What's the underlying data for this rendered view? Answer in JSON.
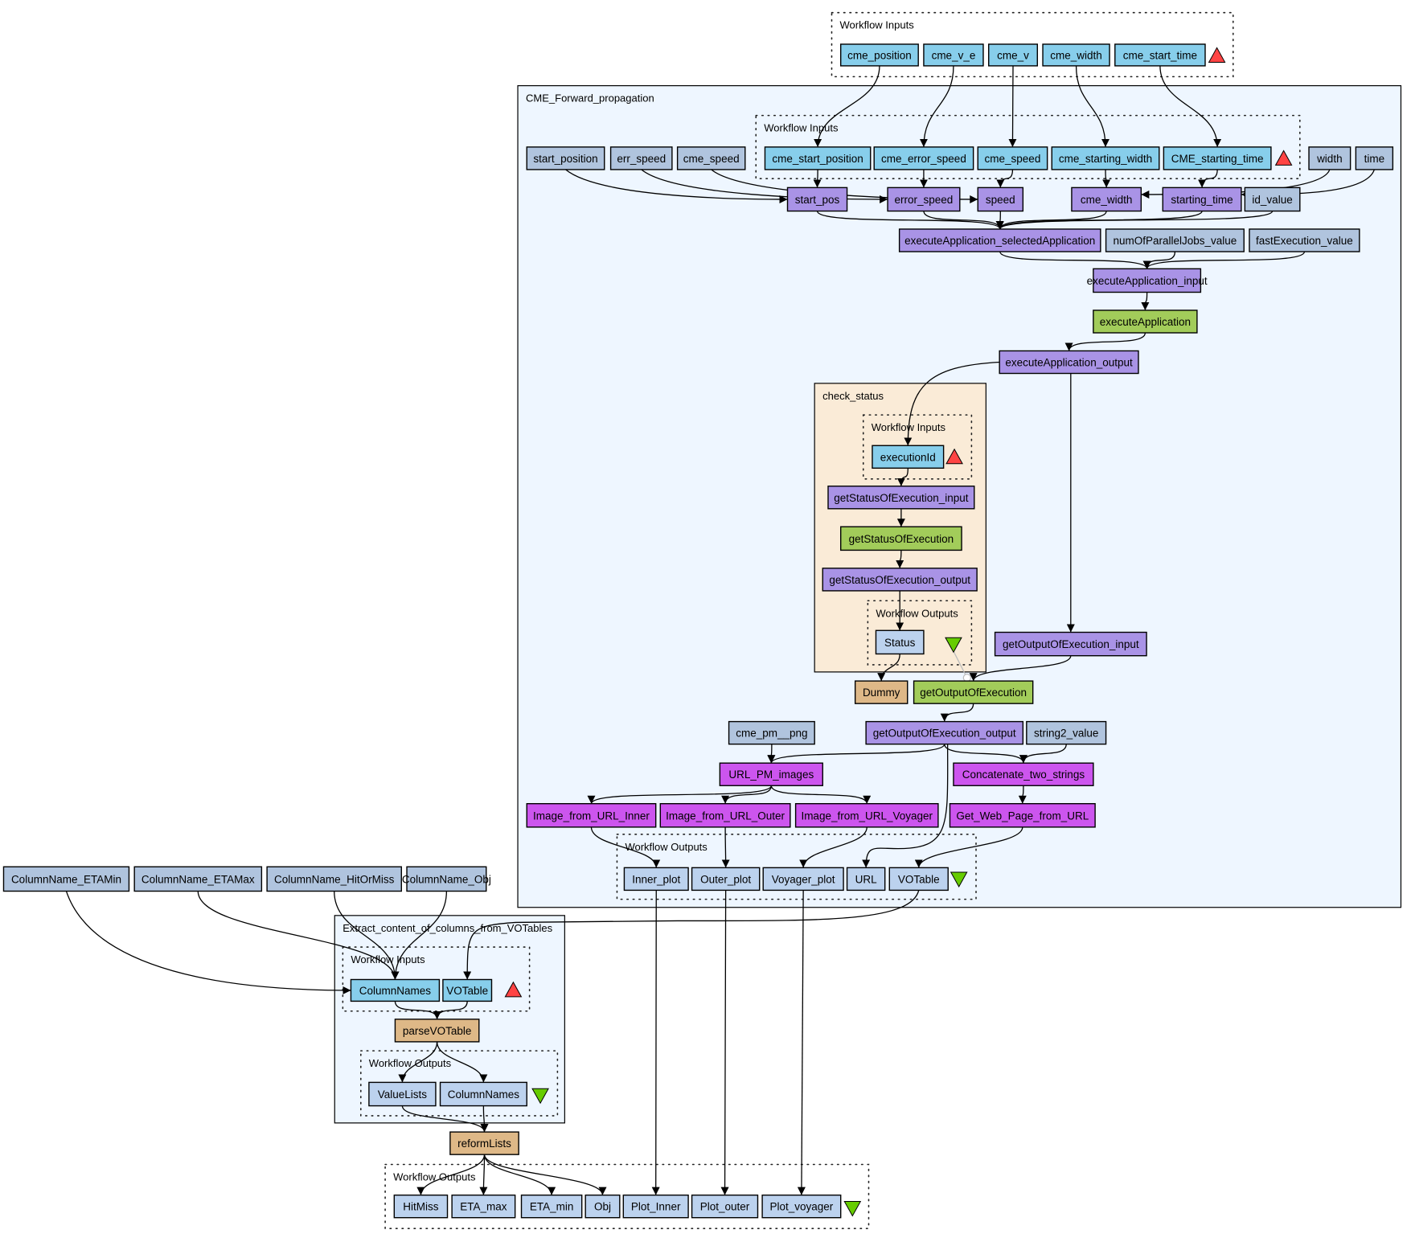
{
  "colors": {
    "input_port": "#87ceeb",
    "output_port": "#bcd2ee",
    "constant": "#b0c4de",
    "shim": "#a993e6",
    "service": "#a2cc5a",
    "beanshell": "#deb887",
    "subworkflow_local": "#cc55ee",
    "cluster_bg": "#eef6ff",
    "check_status_bg": "#faebd7",
    "input_triangle": "#ff4444",
    "output_triangle": "#66cc00"
  },
  "clusters": [
    {
      "id": "top_inputs",
      "label": "Workflow Inputs",
      "style": "dotted"
    },
    {
      "id": "cme",
      "label": "CME_Forward_propagation",
      "style": "solid"
    },
    {
      "id": "cme_inputs",
      "label": "Workflow Inputs",
      "style": "dotted"
    },
    {
      "id": "check_status",
      "label": "check_status",
      "style": "solid"
    },
    {
      "id": "cs_inputs",
      "label": "Workflow Inputs",
      "style": "dotted"
    },
    {
      "id": "cs_outputs",
      "label": "Workflow Outputs",
      "style": "dotted"
    },
    {
      "id": "cme_outputs",
      "label": "Workflow Outputs",
      "style": "dotted"
    },
    {
      "id": "extract",
      "label": "Extract_content_of_columns_from_VOTables",
      "style": "solid"
    },
    {
      "id": "ex_inputs",
      "label": "Workflow Inputs",
      "style": "dotted"
    },
    {
      "id": "ex_outputs",
      "label": "Workflow Outputs",
      "style": "dotted"
    },
    {
      "id": "bottom_outputs",
      "label": "Workflow Outputs",
      "style": "dotted"
    }
  ],
  "nodes": [
    {
      "id": "cme_position",
      "label": "cme_position",
      "kind": "input_port"
    },
    {
      "id": "cme_v_e",
      "label": "cme_v_e",
      "kind": "input_port"
    },
    {
      "id": "cme_v",
      "label": "cme_v",
      "kind": "input_port"
    },
    {
      "id": "cme_width_in",
      "label": "cme_width",
      "kind": "input_port"
    },
    {
      "id": "cme_start_time",
      "label": "cme_start_time",
      "kind": "input_port"
    },
    {
      "id": "start_position",
      "label": "start_position",
      "kind": "constant"
    },
    {
      "id": "err_speed",
      "label": "err_speed",
      "kind": "constant"
    },
    {
      "id": "cme_speed_c",
      "label": "cme_speed",
      "kind": "constant"
    },
    {
      "id": "cme_start_position",
      "label": "cme_start_position",
      "kind": "input_port"
    },
    {
      "id": "cme_error_speed",
      "label": "cme_error_speed",
      "kind": "input_port"
    },
    {
      "id": "cme_speed_in",
      "label": "cme_speed",
      "kind": "input_port"
    },
    {
      "id": "cme_starting_width",
      "label": "cme_starting_width",
      "kind": "input_port"
    },
    {
      "id": "CME_starting_time",
      "label": "CME_starting_time",
      "kind": "input_port"
    },
    {
      "id": "width",
      "label": "width",
      "kind": "constant"
    },
    {
      "id": "time",
      "label": "time",
      "kind": "constant"
    },
    {
      "id": "start_pos",
      "label": "start_pos",
      "kind": "shim"
    },
    {
      "id": "error_speed",
      "label": "error_speed",
      "kind": "shim"
    },
    {
      "id": "speed",
      "label": "speed",
      "kind": "shim"
    },
    {
      "id": "cme_width_s",
      "label": "cme_width",
      "kind": "shim"
    },
    {
      "id": "starting_time",
      "label": "starting_time",
      "kind": "shim"
    },
    {
      "id": "id_value",
      "label": "id_value",
      "kind": "constant"
    },
    {
      "id": "exec_sel",
      "label": "executeApplication_selectedApplication",
      "kind": "shim"
    },
    {
      "id": "numOfParallelJobs_value",
      "label": "numOfParallelJobs_value",
      "kind": "constant"
    },
    {
      "id": "fastExecution_value",
      "label": "fastExecution_value",
      "kind": "constant"
    },
    {
      "id": "exec_input",
      "label": "executeApplication_input",
      "kind": "shim"
    },
    {
      "id": "exec",
      "label": "executeApplication",
      "kind": "service"
    },
    {
      "id": "exec_output",
      "label": "executeApplication_output",
      "kind": "shim"
    },
    {
      "id": "executionId",
      "label": "executionId",
      "kind": "input_port"
    },
    {
      "id": "gse_input",
      "label": "getStatusOfExecution_input",
      "kind": "shim"
    },
    {
      "id": "gse",
      "label": "getStatusOfExecution",
      "kind": "service"
    },
    {
      "id": "gse_output",
      "label": "getStatusOfExecution_output",
      "kind": "shim"
    },
    {
      "id": "Status",
      "label": "Status",
      "kind": "output_port"
    },
    {
      "id": "goe_input",
      "label": "getOutputOfExecution_input",
      "kind": "shim"
    },
    {
      "id": "Dummy",
      "label": "Dummy",
      "kind": "beanshell"
    },
    {
      "id": "goe",
      "label": "getOutputOfExecution",
      "kind": "service"
    },
    {
      "id": "cme_pm_png",
      "label": "cme_pm__png",
      "kind": "constant"
    },
    {
      "id": "goe_output",
      "label": "getOutputOfExecution_output",
      "kind": "shim"
    },
    {
      "id": "string2_value",
      "label": "string2_value",
      "kind": "constant"
    },
    {
      "id": "URL_PM_images",
      "label": "URL_PM_images",
      "kind": "subworkflow_local"
    },
    {
      "id": "concat",
      "label": "Concatenate_two_strings",
      "kind": "subworkflow_local"
    },
    {
      "id": "img_inner",
      "label": "Image_from_URL_Inner",
      "kind": "subworkflow_local"
    },
    {
      "id": "img_outer",
      "label": "Image_from_URL_Outer",
      "kind": "subworkflow_local"
    },
    {
      "id": "img_voyager",
      "label": "Image_from_URL_Voyager",
      "kind": "subworkflow_local"
    },
    {
      "id": "get_web",
      "label": "Get_Web_Page_from_URL",
      "kind": "subworkflow_local"
    },
    {
      "id": "Inner_plot",
      "label": "Inner_plot",
      "kind": "output_port"
    },
    {
      "id": "Outer_plot",
      "label": "Outer_plot",
      "kind": "output_port"
    },
    {
      "id": "Voyager_plot",
      "label": "Voyager_plot",
      "kind": "output_port"
    },
    {
      "id": "URL",
      "label": "URL",
      "kind": "output_port"
    },
    {
      "id": "VOTable_out",
      "label": "VOTable",
      "kind": "output_port"
    },
    {
      "id": "cn_etamin",
      "label": "ColumnName_ETAMin",
      "kind": "constant"
    },
    {
      "id": "cn_etamax",
      "label": "ColumnName_ETAMax",
      "kind": "constant"
    },
    {
      "id": "cn_hit",
      "label": "ColumnName_HitOrMiss",
      "kind": "constant"
    },
    {
      "id": "cn_obj",
      "label": "ColumnName_Obj",
      "kind": "constant"
    },
    {
      "id": "ColumnNames_in",
      "label": "ColumnNames",
      "kind": "input_port"
    },
    {
      "id": "VOTable_in",
      "label": "VOTable",
      "kind": "input_port"
    },
    {
      "id": "parseVOTable",
      "label": "parseVOTable",
      "kind": "beanshell"
    },
    {
      "id": "ValueLists",
      "label": "ValueLists",
      "kind": "output_port"
    },
    {
      "id": "ColumnNames_out",
      "label": "ColumnNames",
      "kind": "output_port"
    },
    {
      "id": "reformLists",
      "label": "reformLists",
      "kind": "beanshell"
    },
    {
      "id": "HitMiss",
      "label": "HitMiss",
      "kind": "output_port"
    },
    {
      "id": "ETA_max",
      "label": "ETA_max",
      "kind": "output_port"
    },
    {
      "id": "ETA_min",
      "label": "ETA_min",
      "kind": "output_port"
    },
    {
      "id": "Obj",
      "label": "Obj",
      "kind": "output_port"
    },
    {
      "id": "Plot_Inner",
      "label": "Plot_Inner",
      "kind": "output_port"
    },
    {
      "id": "Plot_outer",
      "label": "Plot_outer",
      "kind": "output_port"
    },
    {
      "id": "Plot_voyager",
      "label": "Plot_voyager",
      "kind": "output_port"
    }
  ],
  "edges": [
    [
      "cme_position",
      "cme_start_position"
    ],
    [
      "cme_v_e",
      "cme_error_speed"
    ],
    [
      "cme_v",
      "cme_speed_in"
    ],
    [
      "cme_width_in",
      "cme_starting_width"
    ],
    [
      "cme_start_time",
      "CME_starting_time"
    ],
    [
      "start_position",
      "start_pos"
    ],
    [
      "cme_start_position",
      "start_pos"
    ],
    [
      "err_speed",
      "error_speed"
    ],
    [
      "cme_error_speed",
      "error_speed"
    ],
    [
      "cme_speed_c",
      "speed"
    ],
    [
      "cme_speed_in",
      "speed"
    ],
    [
      "cme_starting_width",
      "cme_width_s"
    ],
    [
      "width",
      "cme_width_s"
    ],
    [
      "CME_starting_time",
      "starting_time"
    ],
    [
      "time",
      "starting_time"
    ],
    [
      "start_pos",
      "exec_sel"
    ],
    [
      "error_speed",
      "exec_sel"
    ],
    [
      "speed",
      "exec_sel"
    ],
    [
      "cme_width_s",
      "exec_sel"
    ],
    [
      "starting_time",
      "exec_sel"
    ],
    [
      "id_value",
      "exec_sel"
    ],
    [
      "exec_sel",
      "exec_input"
    ],
    [
      "numOfParallelJobs_value",
      "exec_input"
    ],
    [
      "fastExecution_value",
      "exec_input"
    ],
    [
      "exec_input",
      "exec"
    ],
    [
      "exec",
      "exec_output"
    ],
    [
      "exec_output",
      "executionId"
    ],
    [
      "exec_output",
      "goe_input"
    ],
    [
      "executionId",
      "gse_input"
    ],
    [
      "gse_input",
      "gse"
    ],
    [
      "gse",
      "gse_output"
    ],
    [
      "gse_output",
      "Status"
    ],
    [
      "Status",
      "Dummy"
    ],
    [
      "goe_input",
      "goe"
    ],
    [
      "goe",
      "goe_output"
    ],
    [
      "cme_pm_png",
      "URL_PM_images"
    ],
    [
      "goe_output",
      "URL_PM_images"
    ],
    [
      "goe_output",
      "concat"
    ],
    [
      "goe_output",
      "URL"
    ],
    [
      "string2_value",
      "concat"
    ],
    [
      "URL_PM_images",
      "img_inner"
    ],
    [
      "URL_PM_images",
      "img_outer"
    ],
    [
      "URL_PM_images",
      "img_voyager"
    ],
    [
      "concat",
      "get_web"
    ],
    [
      "img_inner",
      "Inner_plot"
    ],
    [
      "img_outer",
      "Outer_plot"
    ],
    [
      "img_voyager",
      "Voyager_plot"
    ],
    [
      "get_web",
      "VOTable_out"
    ],
    [
      "VOTable_out",
      "VOTable_in"
    ],
    [
      "cn_etamin",
      "ColumnNames_in"
    ],
    [
      "cn_etamax",
      "ColumnNames_in"
    ],
    [
      "cn_hit",
      "ColumnNames_in"
    ],
    [
      "cn_obj",
      "ColumnNames_in"
    ],
    [
      "ColumnNames_in",
      "parseVOTable"
    ],
    [
      "VOTable_in",
      "parseVOTable"
    ],
    [
      "parseVOTable",
      "ValueLists"
    ],
    [
      "parseVOTable",
      "ColumnNames_out"
    ],
    [
      "ValueLists",
      "reformLists"
    ],
    [
      "ColumnNames_out",
      "reformLists"
    ],
    [
      "reformLists",
      "HitMiss"
    ],
    [
      "reformLists",
      "ETA_max"
    ],
    [
      "reformLists",
      "ETA_min"
    ],
    [
      "reformLists",
      "Obj"
    ],
    [
      "Inner_plot",
      "Plot_Inner"
    ],
    [
      "Outer_plot",
      "Plot_outer"
    ],
    [
      "Voyager_plot",
      "Plot_voyager"
    ]
  ],
  "control_links": [
    [
      "Dummy",
      "goe"
    ]
  ]
}
